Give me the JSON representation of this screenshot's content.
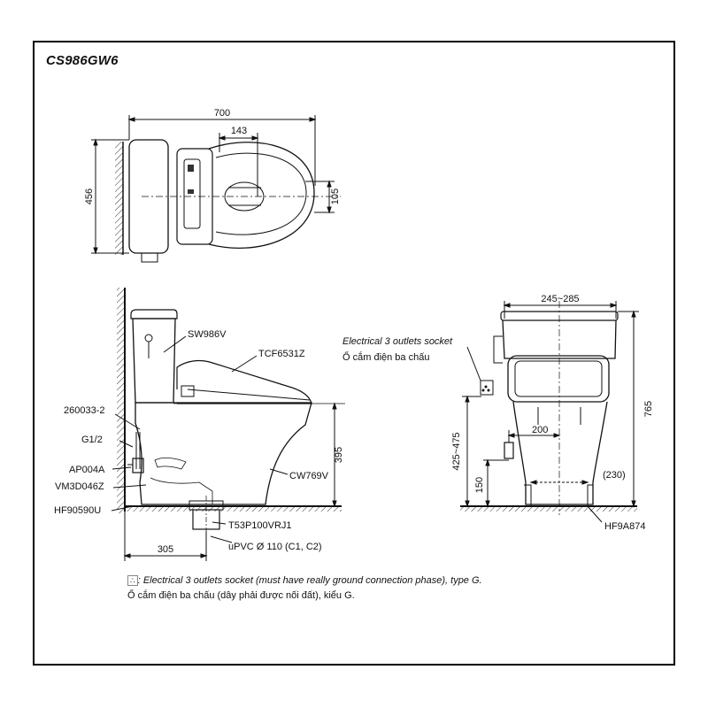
{
  "model_code": "CS986GW6",
  "dimensions": {
    "total_length": "700",
    "total_width": "456",
    "seat_offset": "143",
    "seat_hole": "105",
    "tank_height": "395",
    "rough_in": "305",
    "socket_height": "425~475",
    "outlet_height": "150",
    "supply_spacing": "200",
    "bracket_spacing": "(230)",
    "overall_height": "765",
    "tank_width": "245~285"
  },
  "parts": {
    "cistern": "SW986V",
    "seat": "TCF6531Z",
    "bowl": "CW769V",
    "valve": "260033-2",
    "thread": "G1/2",
    "adapter": "AP004A",
    "hose": "VM3D046Z",
    "flange": "HF90590U",
    "drain": "T53P100VRJ1",
    "pipe": "uPVC Ø 110 (C1, C2)",
    "anchor": "HF9A874"
  },
  "socket_label": {
    "en": "Electrical 3 outlets socket",
    "vi": "Ổ cắm điện ba chấu"
  },
  "footnote": {
    "symbol": "∴",
    "line1": ": Electrical 3 outlets socket (must have really ground connection phase), type G.",
    "line2": "Ổ cắm điện ba chấu (dây phải được nối đất), kiểu G."
  }
}
